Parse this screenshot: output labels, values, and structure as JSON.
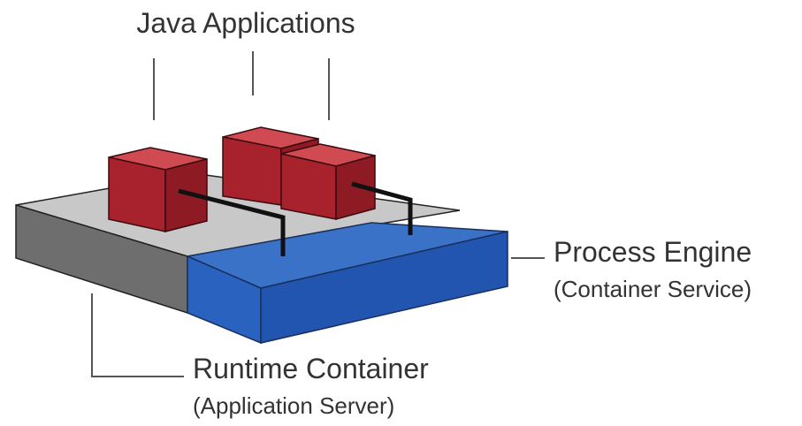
{
  "labels": {
    "java_applications": "Java Applications",
    "process_engine": "Process Engine",
    "process_engine_sub": "(Container Service)",
    "runtime_container": "Runtime Container",
    "runtime_container_sub": "(Application Server)"
  },
  "colors": {
    "container_top": "#c8c8c8",
    "container_side": "#6e6e6e",
    "engine_top": "#3a72c8",
    "engine_side": "#2255b0",
    "app_front": "#a8222e",
    "app_top": "#d04a52",
    "app_side": "#8e1a24",
    "leader_line": "#555555",
    "connector": "#111111",
    "text": "#333333"
  }
}
